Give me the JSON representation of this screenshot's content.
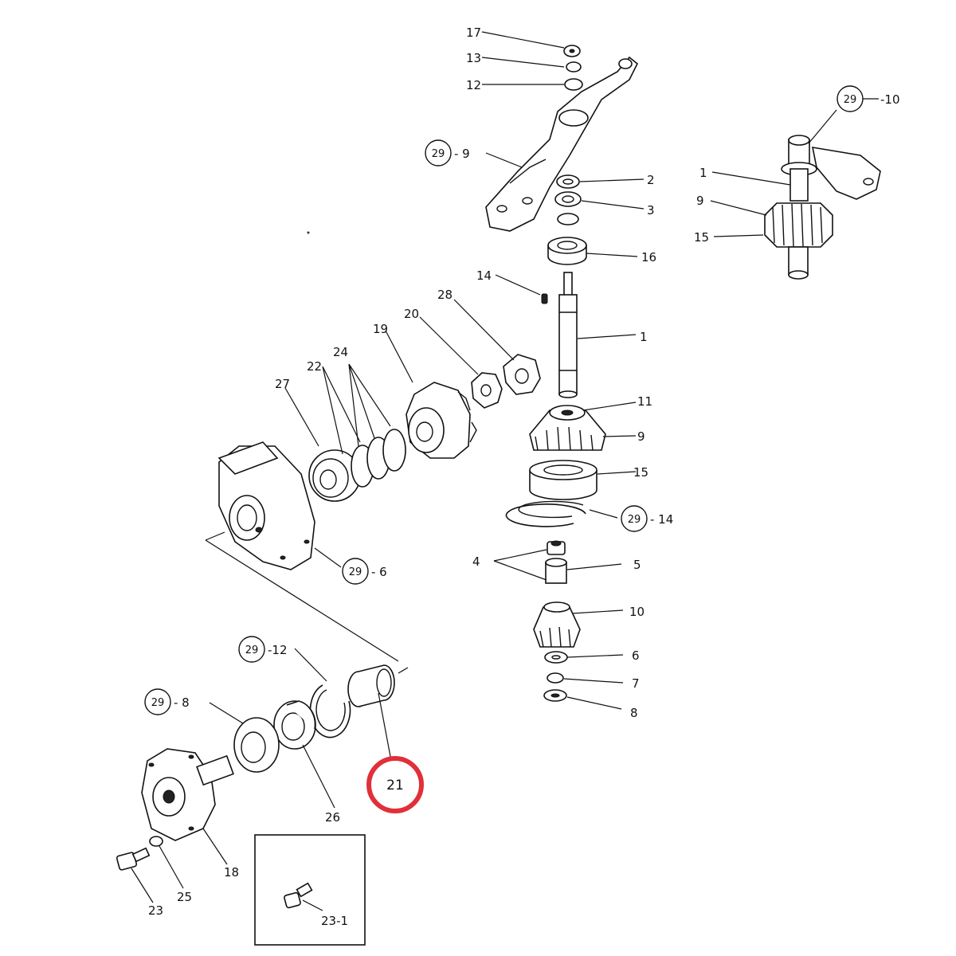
{
  "highlight": {
    "label": "21",
    "color": "#e0303a"
  },
  "callouts": {
    "c17": "17",
    "c13": "13",
    "c12": "12",
    "c29_10a": "29",
    "c29_10b": "-10",
    "c29_9a": "29",
    "c29_9b": "- 9",
    "c2": "2",
    "c3": "3",
    "c16": "16",
    "c1a": "1",
    "c9a": "9",
    "c15a": "15",
    "c14": "14",
    "c28": "28",
    "c20": "20",
    "c19": "19",
    "c24": "24",
    "c22": "22",
    "c27": "27",
    "c1b": "1",
    "c11": "11",
    "c9b": "9",
    "c15b": "15",
    "c29_14a": "29",
    "c29_14b": "- 14",
    "c4": "4",
    "c5": "5",
    "c10": "10",
    "c6": "6",
    "c7": "7",
    "c8": "8",
    "c29_6a": "29",
    "c29_6b": "- 6",
    "c29_12a": "29",
    "c29_12b": "-12",
    "c29_8a": "29",
    "c29_8b": "- 8",
    "c26": "26",
    "c18": "18",
    "c25": "25",
    "c23": "23",
    "c23_1": "23-1"
  }
}
